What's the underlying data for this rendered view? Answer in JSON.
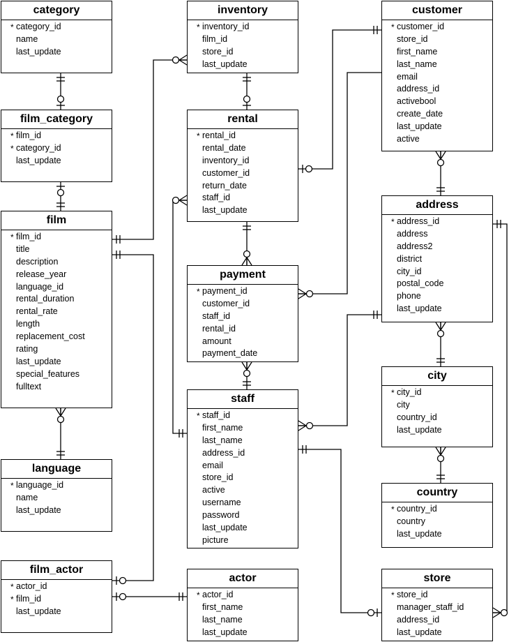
{
  "entities": [
    {
      "id": "category",
      "title": "category",
      "attributes": [
        {
          "name": "category_id",
          "pk": true
        },
        {
          "name": "name",
          "pk": false
        },
        {
          "name": "last_update",
          "pk": false
        }
      ]
    },
    {
      "id": "inventory",
      "title": "inventory",
      "attributes": [
        {
          "name": "inventory_id",
          "pk": true
        },
        {
          "name": "film_id",
          "pk": false
        },
        {
          "name": "store_id",
          "pk": false
        },
        {
          "name": "last_update",
          "pk": false
        }
      ]
    },
    {
      "id": "customer",
      "title": "customer",
      "attributes": [
        {
          "name": "customer_id",
          "pk": true
        },
        {
          "name": "store_id",
          "pk": false
        },
        {
          "name": "first_name",
          "pk": false
        },
        {
          "name": "last_name",
          "pk": false
        },
        {
          "name": "email",
          "pk": false
        },
        {
          "name": "address_id",
          "pk": false
        },
        {
          "name": "activebool",
          "pk": false
        },
        {
          "name": "create_date",
          "pk": false
        },
        {
          "name": "last_update",
          "pk": false
        },
        {
          "name": "active",
          "pk": false
        }
      ]
    },
    {
      "id": "film_category",
      "title": "film_category",
      "attributes": [
        {
          "name": "film_id",
          "pk": true
        },
        {
          "name": "category_id",
          "pk": true
        },
        {
          "name": "last_update",
          "pk": false
        }
      ]
    },
    {
      "id": "rental",
      "title": "rental",
      "attributes": [
        {
          "name": "rental_id",
          "pk": true
        },
        {
          "name": "rental_date",
          "pk": false
        },
        {
          "name": "inventory_id",
          "pk": false
        },
        {
          "name": "customer_id",
          "pk": false
        },
        {
          "name": "return_date",
          "pk": false
        },
        {
          "name": "staff_id",
          "pk": false
        },
        {
          "name": "last_update",
          "pk": false
        }
      ]
    },
    {
      "id": "address",
      "title": "address",
      "attributes": [
        {
          "name": "address_id",
          "pk": true
        },
        {
          "name": "address",
          "pk": false
        },
        {
          "name": "address2",
          "pk": false
        },
        {
          "name": "district",
          "pk": false
        },
        {
          "name": "city_id",
          "pk": false
        },
        {
          "name": "postal_code",
          "pk": false
        },
        {
          "name": "phone",
          "pk": false
        },
        {
          "name": "last_update",
          "pk": false
        }
      ]
    },
    {
      "id": "film",
      "title": "film",
      "attributes": [
        {
          "name": "film_id",
          "pk": true
        },
        {
          "name": "title",
          "pk": false
        },
        {
          "name": "description",
          "pk": false
        },
        {
          "name": "release_year",
          "pk": false
        },
        {
          "name": "language_id",
          "pk": false
        },
        {
          "name": "rental_duration",
          "pk": false
        },
        {
          "name": "rental_rate",
          "pk": false
        },
        {
          "name": "length",
          "pk": false
        },
        {
          "name": "replacement_cost",
          "pk": false
        },
        {
          "name": "rating",
          "pk": false
        },
        {
          "name": "last_update",
          "pk": false
        },
        {
          "name": "special_features",
          "pk": false
        },
        {
          "name": "fulltext",
          "pk": false
        }
      ]
    },
    {
      "id": "payment",
      "title": "payment",
      "attributes": [
        {
          "name": "payment_id",
          "pk": true
        },
        {
          "name": "customer_id",
          "pk": false
        },
        {
          "name": "staff_id",
          "pk": false
        },
        {
          "name": "rental_id",
          "pk": false
        },
        {
          "name": "amount",
          "pk": false
        },
        {
          "name": "payment_date",
          "pk": false
        }
      ]
    },
    {
      "id": "city",
      "title": "city",
      "attributes": [
        {
          "name": "city_id",
          "pk": true
        },
        {
          "name": "city",
          "pk": false
        },
        {
          "name": "country_id",
          "pk": false
        },
        {
          "name": "last_update",
          "pk": false
        }
      ]
    },
    {
      "id": "staff",
      "title": "staff",
      "attributes": [
        {
          "name": "staff_id",
          "pk": true
        },
        {
          "name": "first_name",
          "pk": false
        },
        {
          "name": "last_name",
          "pk": false
        },
        {
          "name": "address_id",
          "pk": false
        },
        {
          "name": "email",
          "pk": false
        },
        {
          "name": "store_id",
          "pk": false
        },
        {
          "name": "active",
          "pk": false
        },
        {
          "name": "username",
          "pk": false
        },
        {
          "name": "password",
          "pk": false
        },
        {
          "name": "last_update",
          "pk": false
        },
        {
          "name": "picture",
          "pk": false
        }
      ]
    },
    {
      "id": "language",
      "title": "language",
      "attributes": [
        {
          "name": "language_id",
          "pk": true
        },
        {
          "name": "name",
          "pk": false
        },
        {
          "name": "last_update",
          "pk": false
        }
      ]
    },
    {
      "id": "country",
      "title": "country",
      "attributes": [
        {
          "name": "country_id",
          "pk": true
        },
        {
          "name": "country",
          "pk": false
        },
        {
          "name": "last_update",
          "pk": false
        }
      ]
    },
    {
      "id": "film_actor",
      "title": "film_actor",
      "attributes": [
        {
          "name": "actor_id",
          "pk": true
        },
        {
          "name": "film_id",
          "pk": true
        },
        {
          "name": "last_update",
          "pk": false
        }
      ]
    },
    {
      "id": "actor",
      "title": "actor",
      "attributes": [
        {
          "name": "actor_id",
          "pk": true
        },
        {
          "name": "first_name",
          "pk": false
        },
        {
          "name": "last_name",
          "pk": false
        },
        {
          "name": "last_update",
          "pk": false
        }
      ]
    },
    {
      "id": "store",
      "title": "store",
      "attributes": [
        {
          "name": "store_id",
          "pk": true
        },
        {
          "name": "manager_staff_id",
          "pk": false
        },
        {
          "name": "address_id",
          "pk": false
        },
        {
          "name": "last_update",
          "pk": false
        }
      ]
    }
  ],
  "pk_marker": "*",
  "relationships": [
    {
      "id": "category-film_category",
      "from": "category",
      "to": "film_category",
      "from_end": "one-only",
      "to_end": "zero-or-one"
    },
    {
      "id": "film_category-film",
      "from": "film_category",
      "to": "film",
      "from_end": "zero-or-one",
      "to_end": "one-only"
    },
    {
      "id": "film-inventory",
      "from": "film",
      "to": "inventory",
      "from_end": "one-only",
      "to_end": "zero-or-many"
    },
    {
      "id": "inventory-rental",
      "from": "inventory",
      "to": "rental",
      "from_end": "one-only",
      "to_end": "zero-or-one"
    },
    {
      "id": "customer-rental",
      "from": "customer",
      "to": "rental",
      "from_end": "one-only",
      "to_end": "zero-or-one"
    },
    {
      "id": "customer-payment",
      "from": "customer",
      "to": "payment",
      "from_end": "none",
      "to_end": "zero-or-many"
    },
    {
      "id": "rental-payment",
      "from": "rental",
      "to": "payment",
      "from_end": "one-only",
      "to_end": "zero-or-many"
    },
    {
      "id": "payment-staff",
      "from": "payment",
      "to": "staff",
      "from_end": "zero-or-many",
      "to_end": "one-only"
    },
    {
      "id": "rental-staff",
      "from": "rental",
      "to": "staff",
      "from_end": "zero-or-many",
      "to_end": "one-only"
    },
    {
      "id": "customer-address",
      "from": "customer",
      "to": "address",
      "from_end": "zero-or-many",
      "to_end": "one-only"
    },
    {
      "id": "address-staff",
      "from": "address",
      "to": "staff",
      "from_end": "one-only",
      "to_end": "zero-or-many"
    },
    {
      "id": "address-store",
      "from": "address",
      "to": "store",
      "from_end": "one-only",
      "to_end": "zero-or-many"
    },
    {
      "id": "address-city",
      "from": "address",
      "to": "city",
      "from_end": "zero-or-many",
      "to_end": "one-only"
    },
    {
      "id": "city-country",
      "from": "city",
      "to": "country",
      "from_end": "zero-or-many",
      "to_end": "one-only"
    },
    {
      "id": "film-language",
      "from": "film",
      "to": "language",
      "from_end": "zero-or-many",
      "to_end": "one-only"
    },
    {
      "id": "film-film_actor",
      "from": "film",
      "to": "film_actor",
      "from_end": "one-only",
      "to_end": "zero-or-one"
    },
    {
      "id": "film_actor-actor",
      "from": "film_actor",
      "to": "actor",
      "from_end": "zero-or-one",
      "to_end": "one-only"
    },
    {
      "id": "staff-store",
      "from": "staff",
      "to": "store",
      "from_end": "one-only",
      "to_end": "zero-or-one"
    }
  ]
}
